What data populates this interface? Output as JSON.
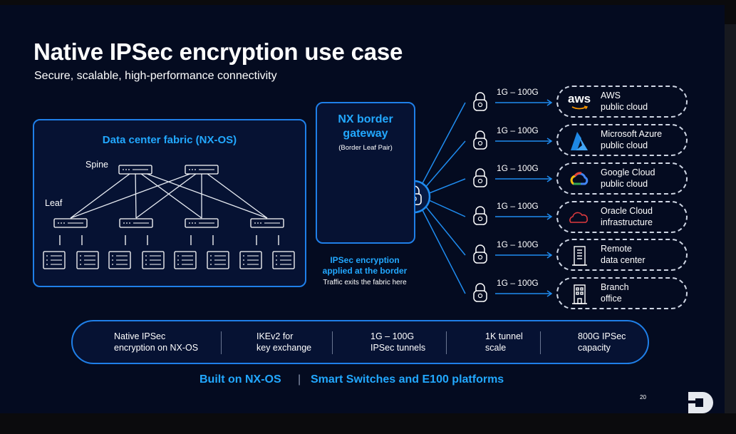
{
  "slide": {
    "title": "Native IPSec encryption use case",
    "subtitle": "Secure, scalable, high-performance connectivity",
    "page_number": "20"
  },
  "fabric": {
    "title": "Data center fabric (NX-OS)",
    "spine_label": "Spine",
    "leaf_label": "Leaf"
  },
  "gateway": {
    "title_line1": "NX border",
    "title_line2": "gateway",
    "subtitle": "(Border Leaf Pair)",
    "note_line1": "IPSec encryption",
    "note_line2": "applied at the border",
    "traffic_note": "Traffic exits the fabric here"
  },
  "destinations": [
    {
      "speed": "1G – 100G",
      "line1": "AWS",
      "line2": "public cloud",
      "icon": "aws-logo-icon"
    },
    {
      "speed": "1G – 100G",
      "line1": "Microsoft Azure",
      "line2": "public cloud",
      "icon": "azure-logo-icon"
    },
    {
      "speed": "1G – 100G",
      "line1": "Google Cloud",
      "line2": "public cloud",
      "icon": "google-cloud-logo-icon"
    },
    {
      "speed": "1G – 100G",
      "line1": "Oracle Cloud",
      "line2": "infrastructure",
      "icon": "oracle-cloud-logo-icon"
    },
    {
      "speed": "1G – 100G",
      "line1": "Remote",
      "line2": "data center",
      "icon": "building-icon"
    },
    {
      "speed": "1G – 100G",
      "line1": "Branch",
      "line2": "office",
      "icon": "office-building-icon"
    }
  ],
  "aws_logo_text": "aws",
  "features": [
    {
      "line1": "Native IPSec",
      "line2": "encryption on NX-OS",
      "icon": "padlock-icon"
    },
    {
      "line1": "IKEv2 for",
      "line2": "key exchange",
      "icon": "key-icon"
    },
    {
      "line1": "1G – 100G",
      "line2": "IPSec tunnels",
      "icon": "shield-lock-icon"
    },
    {
      "line1": "1K tunnel",
      "line2": "scale",
      "icon": "network-mesh-icon"
    },
    {
      "line1": "800G IPSec",
      "line2": "capacity",
      "icon": "gauge-icon"
    }
  ],
  "footer": {
    "left": "Built on NX-OS",
    "separator": "|",
    "right": "Smart Switches and E100 platforms"
  },
  "colors": {
    "slide_bg": "#040b20",
    "accent_blue": "#22a8ff",
    "border_blue": "#1f7fe8",
    "text": "#ffffff"
  }
}
